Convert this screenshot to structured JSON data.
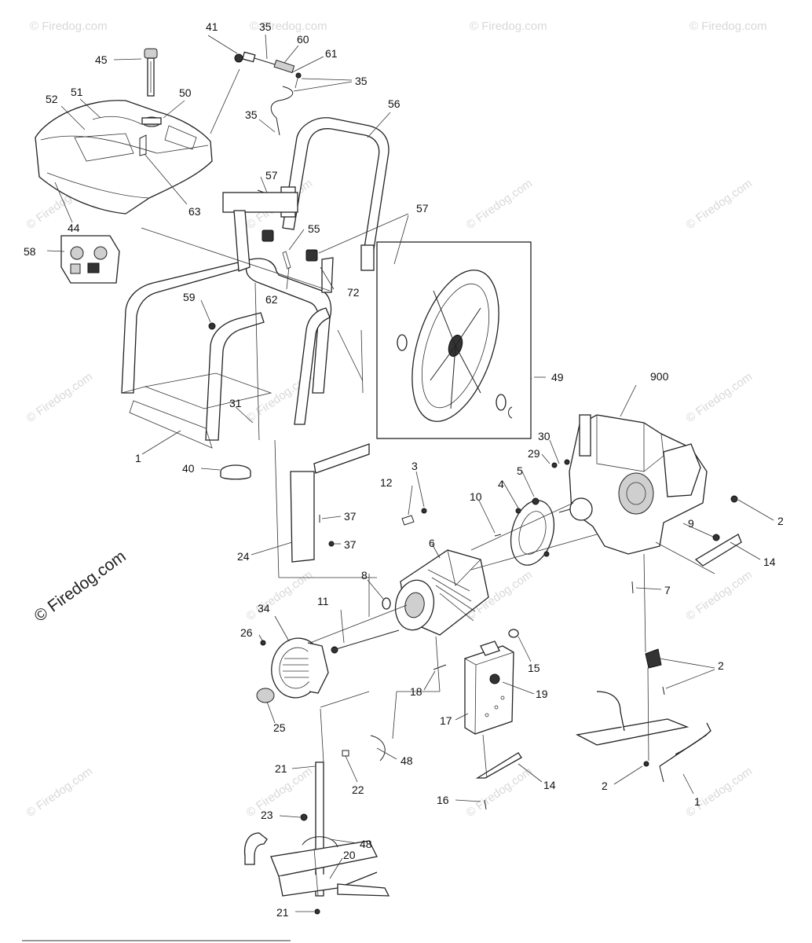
{
  "copyright": "© Firedog.com",
  "watermark": "© Firedog.com",
  "callouts": [
    {
      "id": "41",
      "text": "41"
    },
    {
      "id": "35a",
      "text": "35"
    },
    {
      "id": "60",
      "text": "60"
    },
    {
      "id": "61",
      "text": "61"
    },
    {
      "id": "35b",
      "text": "35"
    },
    {
      "id": "45",
      "text": "45"
    },
    {
      "id": "52",
      "text": "52"
    },
    {
      "id": "51",
      "text": "51"
    },
    {
      "id": "50",
      "text": "50"
    },
    {
      "id": "35c",
      "text": "35"
    },
    {
      "id": "56",
      "text": "56"
    },
    {
      "id": "63",
      "text": "63"
    },
    {
      "id": "44",
      "text": "44"
    },
    {
      "id": "57a",
      "text": "57"
    },
    {
      "id": "57b",
      "text": "57"
    },
    {
      "id": "55",
      "text": "55"
    },
    {
      "id": "62",
      "text": "62"
    },
    {
      "id": "72",
      "text": "72"
    },
    {
      "id": "58",
      "text": "58"
    },
    {
      "id": "59",
      "text": "59"
    },
    {
      "id": "49",
      "text": "49"
    },
    {
      "id": "900",
      "text": "900"
    },
    {
      "id": "31",
      "text": "31"
    },
    {
      "id": "1a",
      "text": "1"
    },
    {
      "id": "40",
      "text": "40"
    },
    {
      "id": "30",
      "text": "30"
    },
    {
      "id": "29",
      "text": "29"
    },
    {
      "id": "3",
      "text": "3"
    },
    {
      "id": "12",
      "text": "12"
    },
    {
      "id": "5",
      "text": "5"
    },
    {
      "id": "10",
      "text": "10"
    },
    {
      "id": "4",
      "text": "4"
    },
    {
      "id": "37a",
      "text": "37"
    },
    {
      "id": "2a",
      "text": "2"
    },
    {
      "id": "6",
      "text": "6"
    },
    {
      "id": "9",
      "text": "9"
    },
    {
      "id": "24",
      "text": "24"
    },
    {
      "id": "37b",
      "text": "37"
    },
    {
      "id": "14a",
      "text": "14"
    },
    {
      "id": "8",
      "text": "8"
    },
    {
      "id": "7",
      "text": "7"
    },
    {
      "id": "34",
      "text": "34"
    },
    {
      "id": "11",
      "text": "11"
    },
    {
      "id": "26",
      "text": "26"
    },
    {
      "id": "15",
      "text": "15"
    },
    {
      "id": "2b",
      "text": "2"
    },
    {
      "id": "18",
      "text": "18"
    },
    {
      "id": "19",
      "text": "19"
    },
    {
      "id": "25",
      "text": "25"
    },
    {
      "id": "17",
      "text": "17"
    },
    {
      "id": "21a",
      "text": "21"
    },
    {
      "id": "48a",
      "text": "48"
    },
    {
      "id": "22",
      "text": "22"
    },
    {
      "id": "14b",
      "text": "14"
    },
    {
      "id": "2c",
      "text": "2"
    },
    {
      "id": "1b",
      "text": "1"
    },
    {
      "id": "16",
      "text": "16"
    },
    {
      "id": "23",
      "text": "23"
    },
    {
      "id": "48b",
      "text": "48"
    },
    {
      "id": "20",
      "text": "20"
    },
    {
      "id": "21b",
      "text": "21"
    }
  ]
}
